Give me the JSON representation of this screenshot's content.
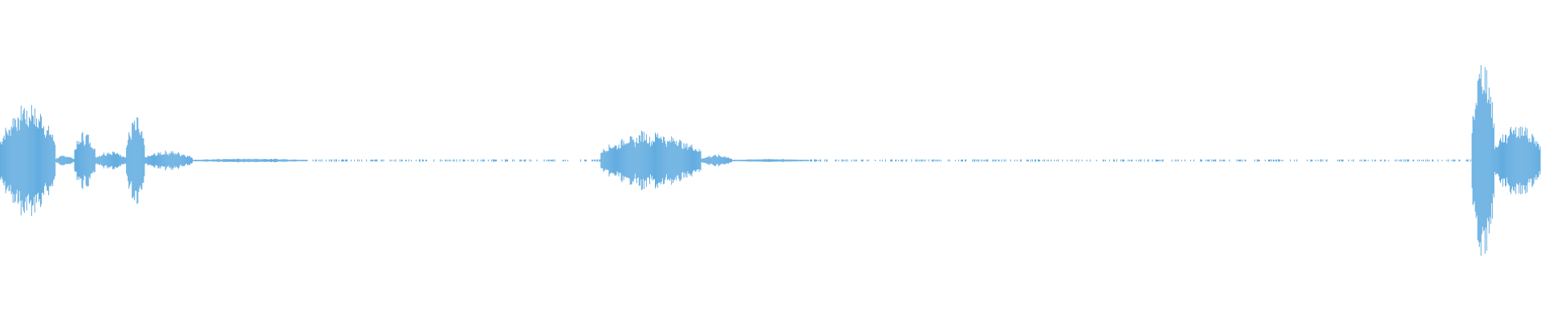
{
  "waveform": {
    "color": "#62ace0",
    "background": "#ffffff",
    "segments": [
      {
        "start": 0.0,
        "end": 0.036,
        "level": 0.6,
        "freq": 3.0
      },
      {
        "start": 0.036,
        "end": 0.048,
        "level": 0.05,
        "freq": 0
      },
      {
        "start": 0.048,
        "end": 0.062,
        "level": 0.3,
        "freq": 2.0
      },
      {
        "start": 0.062,
        "end": 0.082,
        "level": 0.1,
        "freq": 3.0
      },
      {
        "start": 0.082,
        "end": 0.094,
        "level": 0.45,
        "freq": 2.0
      },
      {
        "start": 0.094,
        "end": 0.125,
        "level": 0.1,
        "freq": 4.0
      },
      {
        "start": 0.125,
        "end": 0.2,
        "level": 0.02,
        "freq": 6.0
      },
      {
        "start": 0.2,
        "end": 0.39,
        "level": 0.012,
        "freq": 0,
        "sparse": true
      },
      {
        "start": 0.39,
        "end": 0.455,
        "level": 0.3,
        "freq": 3.0
      },
      {
        "start": 0.455,
        "end": 0.475,
        "level": 0.06,
        "freq": 3.0
      },
      {
        "start": 0.475,
        "end": 0.525,
        "level": 0.015,
        "freq": 0
      },
      {
        "start": 0.525,
        "end": 0.955,
        "level": 0.012,
        "freq": 0,
        "sparse": true
      },
      {
        "start": 0.955,
        "end": 0.97,
        "level": 1.0,
        "freq": 0
      },
      {
        "start": 0.97,
        "end": 1.0,
        "level": 0.4,
        "freq": 2.0
      }
    ],
    "sample_count": 1900,
    "seed": 7
  }
}
